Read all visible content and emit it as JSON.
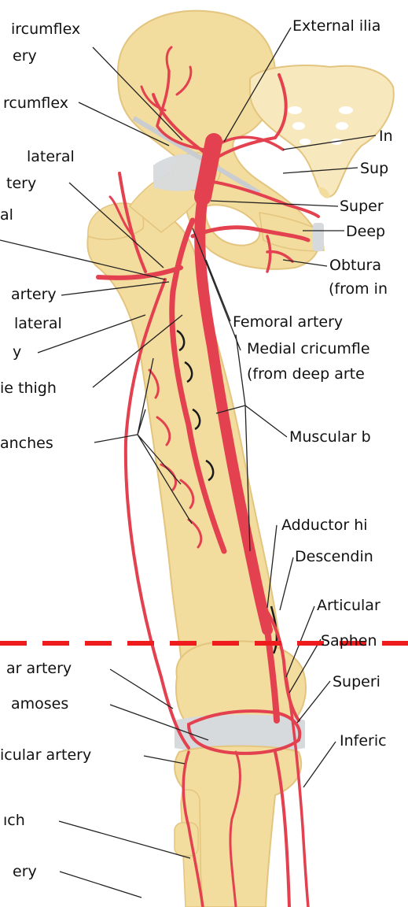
{
  "labels": {
    "left_1a": "ircumflex",
    "left_1b": "ery",
    "left_2": "rcumflex",
    "left_3a": "lateral",
    "left_3b": "tery",
    "left_4": "al",
    "left_5": "artery",
    "left_6a": "lateral",
    "left_6b": "y",
    "left_7": "ie thigh",
    "left_8": "anches",
    "left_9": "ar artery",
    "left_10": "amoses",
    "left_11": "icular artery",
    "left_12": "ıch",
    "left_13": "ery",
    "right_1": "External ilia",
    "right_2": "In",
    "right_3": "Sup",
    "right_4": "Super",
    "right_5": "Deep",
    "right_6a": "Obtura",
    "right_6b": "(from in",
    "right_7": "Femoral artery",
    "right_8a": "Medial cricumfle",
    "right_8b": "(from deep arte",
    "right_9": "Muscular b",
    "right_10": "Adductor hi",
    "right_11": "Descendin",
    "right_12": "Articular",
    "right_13": "Saphen",
    "right_14": "Superi",
    "right_15": "Inferic"
  },
  "colors": {
    "bone": "#f2dc9e",
    "bone_shadow": "#e3c57f",
    "cartilage": "#d7dadd",
    "artery": "#e3414f",
    "artery_light": "#f07a86",
    "vein_black": "#1a1a1a",
    "leader": "#222222",
    "cut_line": "#ee1c1c"
  }
}
